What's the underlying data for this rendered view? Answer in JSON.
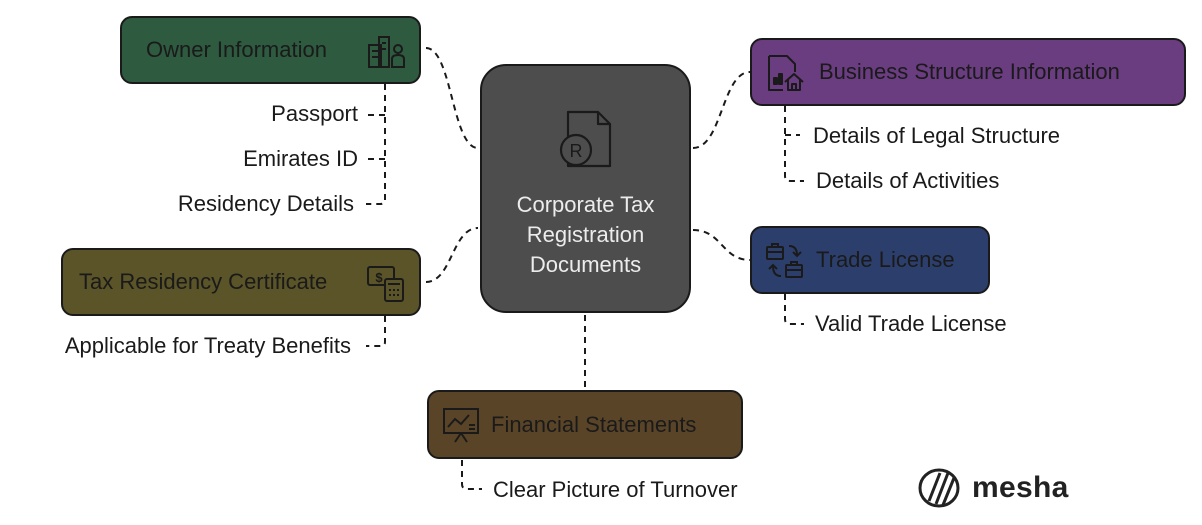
{
  "center": {
    "title": "Corporate Tax Registration Documents"
  },
  "nodes": {
    "owner": {
      "label": "Owner Information",
      "color": "#2e5a40",
      "icon": "buildings-person-icon",
      "items": [
        "Passport",
        "Emirates ID",
        "Residency Details"
      ]
    },
    "tax_residency": {
      "label": "Tax Residency Certificate",
      "color": "#5a5428",
      "icon": "money-calculator-icon",
      "items": [
        "Applicable for Treaty Benefits"
      ]
    },
    "financial": {
      "label": "Financial Statements",
      "color": "#5a4428",
      "icon": "presentation-chart-icon",
      "items": [
        "Clear Picture of Turnover"
      ]
    },
    "business": {
      "label": "Business Structure Information",
      "color": "#6a3c80",
      "icon": "document-home-icon",
      "items": [
        "Details of Legal Structure",
        "Details of Activities"
      ]
    },
    "trade": {
      "label": "Trade License",
      "color": "#2c3f6c",
      "icon": "briefcase-exchange-icon",
      "items": [
        "Valid Trade License"
      ]
    }
  },
  "brand": {
    "name": "mesha",
    "icon": "mesha-logo-icon"
  }
}
